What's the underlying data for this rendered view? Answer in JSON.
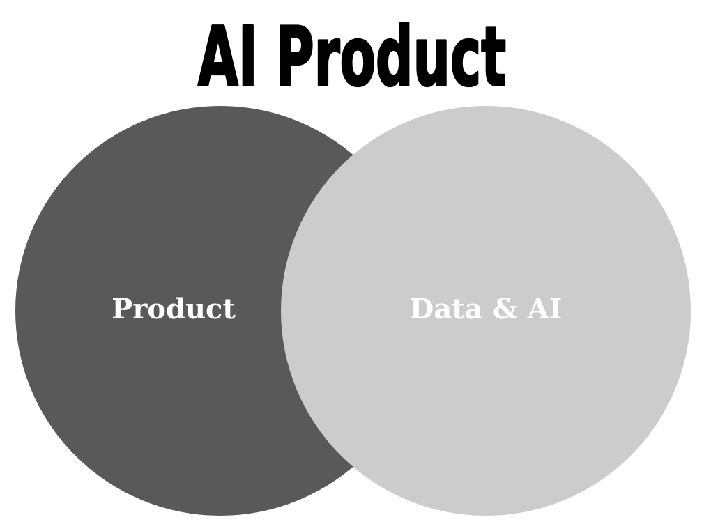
{
  "title": "AI Product",
  "circles": [
    {
      "label": "Product",
      "color": "#595959"
    },
    {
      "label": "Data & AI",
      "color": "#cccccc"
    }
  ],
  "colors": {
    "title": "#000000",
    "label": "#ffffff",
    "background": "#ffffff"
  }
}
